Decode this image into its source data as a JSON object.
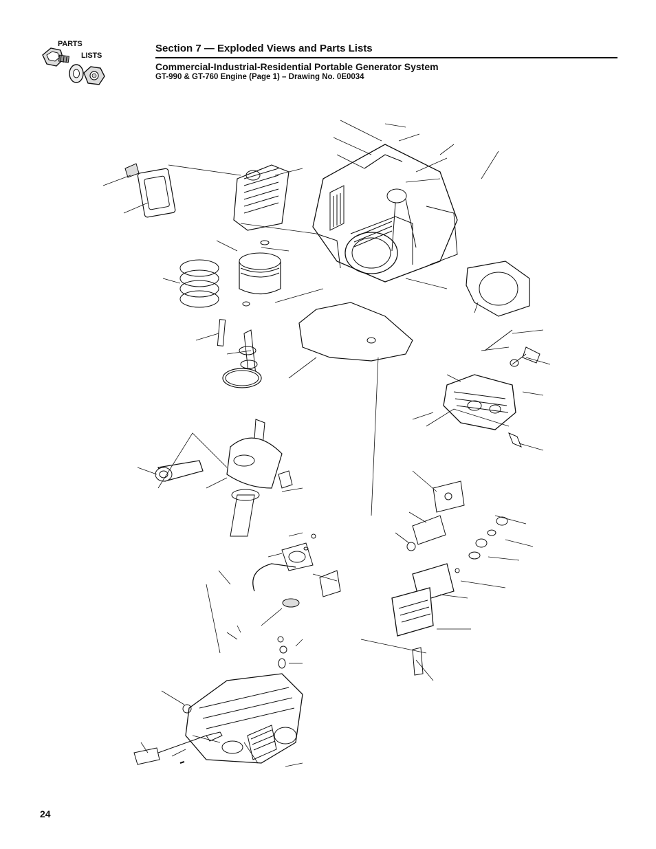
{
  "logo": {
    "word_top": "PARTS",
    "word_bottom": "LISTS",
    "icon": "nut-bolt-washer-icon"
  },
  "header": {
    "section_title": "Section 7 — Exploded Views and Parts Lists",
    "subtitle": "Commercial-Industrial-Residential Portable Generator System",
    "drawing_title": "GT-990 & GT-760 Engine (Page 1) – Drawing No. 0E0034"
  },
  "page_number": "24"
}
